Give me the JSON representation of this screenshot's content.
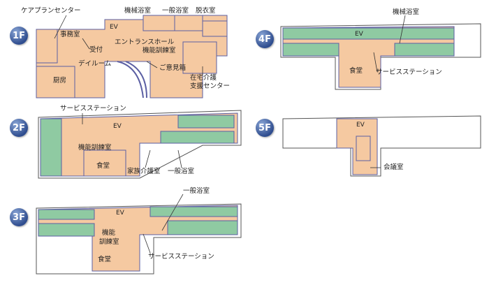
{
  "floors": {
    "f1": {
      "badge": "1F",
      "labels": {
        "care_plan": "ケアプランセンター",
        "office": "事務室",
        "reception": "受付",
        "day_room": "デイルーム",
        "kitchen": "厨房",
        "machine_bath": "機械浴室",
        "general_bath": "一般浴室",
        "dressing": "脱衣室",
        "ev": "EV",
        "entrance_hall": "エントランスホール",
        "rehab_room": "機能訓練室",
        "suggestion_box": "ご意見箱",
        "home_care_line1": "在宅介護",
        "home_care_line2": "支援センター"
      }
    },
    "f2": {
      "badge": "2F",
      "labels": {
        "service_station": "サービスステーション",
        "ev": "EV",
        "rehab_room": "機能訓練室",
        "dining": "食堂",
        "family_care": "家族介護室",
        "general_bath": "一般浴室"
      }
    },
    "f3": {
      "badge": "3F",
      "labels": {
        "general_bath": "一般浴室",
        "ev": "EV",
        "rehab_line1": "機能",
        "rehab_line2": "訓練室",
        "dining": "食堂",
        "service_station": "サービスステーション"
      }
    },
    "f4": {
      "badge": "4F",
      "labels": {
        "machine_bath": "機械浴室",
        "ev": "EV",
        "dining": "食堂",
        "service_station": "サービスステーション"
      }
    },
    "f5": {
      "badge": "5F",
      "labels": {
        "ev": "EV",
        "meeting_room": "会議室"
      }
    }
  },
  "colors": {
    "room": "#f5c9a1",
    "bedroom": "#8fcaa2",
    "wall": "#5b5fa3",
    "badge": "#2f4d8f"
  }
}
